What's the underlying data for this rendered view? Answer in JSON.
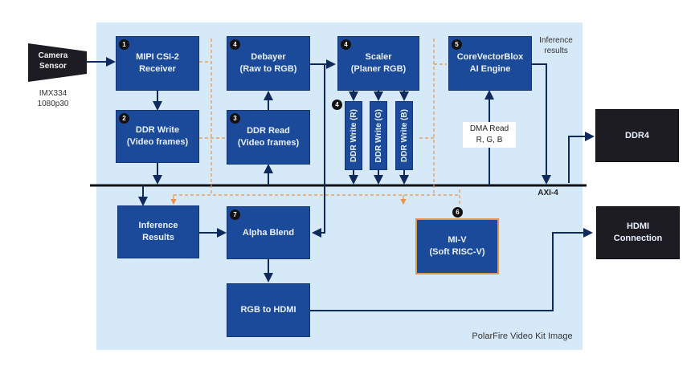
{
  "diagram": {
    "title": "PolarFire Video Kit Image",
    "bus_label": "AXI-4",
    "camera": {
      "label_line1": "Camera",
      "label_line2": "Sensor",
      "model": "IMX334",
      "mode": "1080p30"
    },
    "blocks": {
      "mipi": {
        "badge": "1",
        "line1": "MIPI CSI-2",
        "line2": "Receiver"
      },
      "ddr_write": {
        "badge": "2",
        "line1": "DDR Write",
        "line2": "(Video frames)"
      },
      "ddr_read": {
        "badge": "3",
        "line1": "DDR Read",
        "line2": "(Video frames)"
      },
      "debayer": {
        "badge": "4",
        "line1": "Debayer",
        "line2": "(Raw to RGB)"
      },
      "scaler": {
        "badge": "4",
        "line1": "Scaler",
        "line2": "(Planer RGB)"
      },
      "ddr_write_r": {
        "label": "DDR Write (R)"
      },
      "ddr_write_g": {
        "label": "DDR Write (G)"
      },
      "ddr_write_b": {
        "label": "DDR Write (B)"
      },
      "ddr_write_rgb_badge": "4",
      "cvb": {
        "badge": "5",
        "line1": "CoreVectorBlox",
        "line2": "AI Engine"
      },
      "inference_results": {
        "line1": "Inference",
        "line2": "Results"
      },
      "alpha_blend": {
        "badge": "7",
        "line1": "Alpha Blend"
      },
      "rgb_to_hdmi": {
        "line1": "RGB to HDMI"
      },
      "miv": {
        "badge": "6",
        "line1": "MI-V",
        "line2": "(Soft RISC-V)"
      },
      "ddr4": {
        "line1": "DDR4"
      },
      "hdmi": {
        "line1": "HDMI",
        "line2": "Connection"
      }
    },
    "annotations": {
      "inference_results_label_line1": "Inference",
      "inference_results_label_line2": "results",
      "dma_line1": "DMA Read",
      "dma_line2": "R, G, B"
    },
    "colors": {
      "block_fill": "#1b4a9a",
      "external_fill": "#1c1c22",
      "fpga_background": "#d6e9f8",
      "control_path": "#e8954a",
      "data_path": "#0f2a5c"
    }
  }
}
